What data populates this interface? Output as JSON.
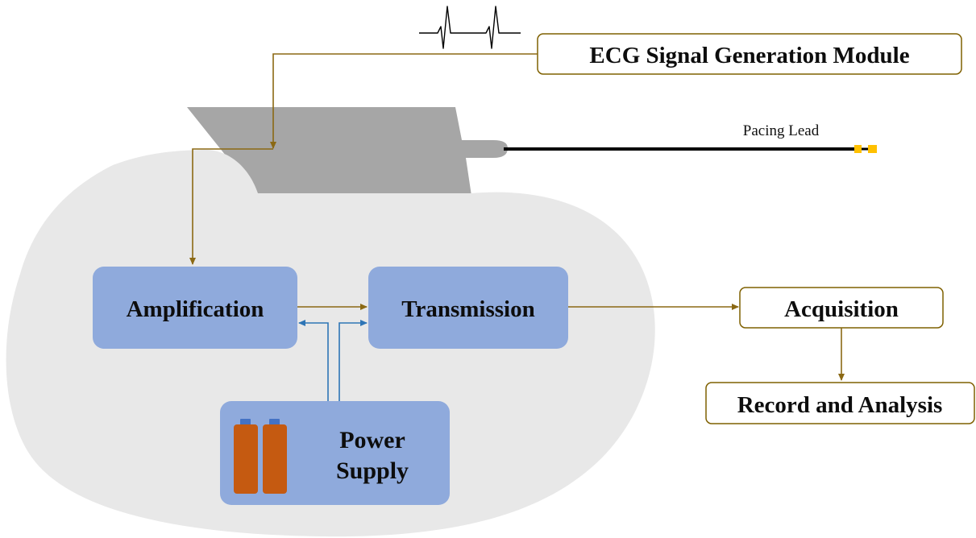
{
  "labels": {
    "ecg_module": "ECG Signal Generation Module",
    "pacing_lead": "Pacing Lead",
    "amplification": "Amplification",
    "transmission": "Transmission",
    "acquisition": "Acquisition",
    "record_analysis": "Record and Analysis",
    "power_supply_line1": "Power",
    "power_supply_line2": "Supply"
  },
  "colors": {
    "body_fill": "#e8e8e8",
    "header_fill": "#a6a6a6",
    "module_fill": "#8faadc",
    "outline_box_border": "#7f6000",
    "signal_line": "#8b6914",
    "power_line": "#2e75b6",
    "battery_fill": "#c55a11",
    "battery_cap": "#4472c4",
    "lead_wire": "#000000",
    "lead_tip": "#ffc000"
  },
  "icons": {
    "ecg_waveform": "ecg-waveform-icon",
    "battery": "battery-icon"
  }
}
